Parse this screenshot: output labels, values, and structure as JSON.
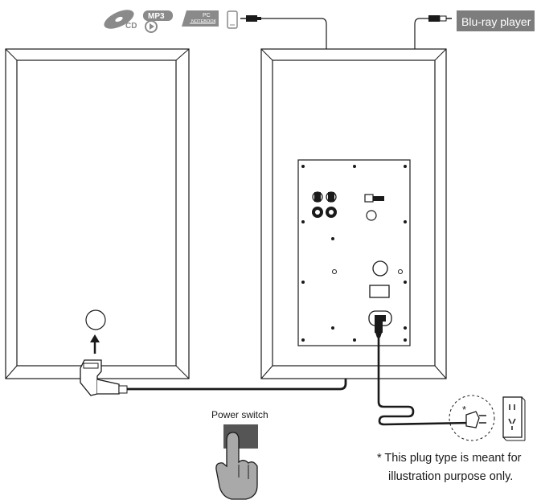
{
  "source_labels": {
    "cd": "CD",
    "mp3": "MP3",
    "pc_line1": "PC",
    "pc_line2": "NOTEBOOK",
    "bluray": "Blu-ray player"
  },
  "power_switch_label": "Power switch",
  "plug_mark": "*",
  "footnote": {
    "line1": "* This plug type is meant for",
    "line2": "illustration purpose only."
  },
  "colors": {
    "line": "#1a1a1a",
    "icon_gray": "#8a8a8a",
    "bluray_bg": "#7d7d7d",
    "switch_fill": "#555555",
    "hand_fill": "#a9a9a9",
    "panel_fill": "#ffffff"
  }
}
